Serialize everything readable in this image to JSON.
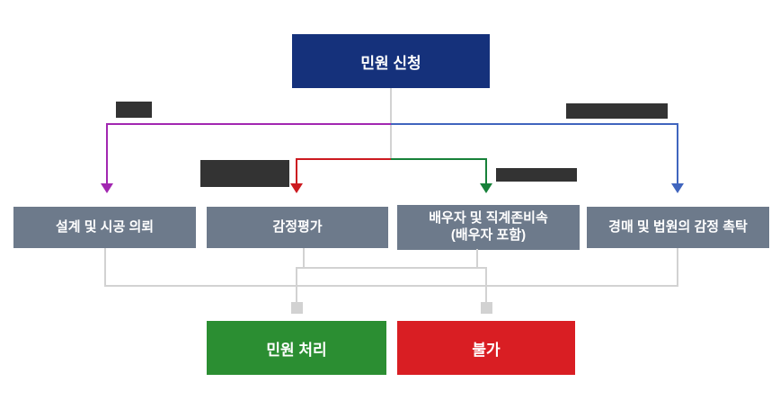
{
  "diagram": {
    "title_box": {
      "label": "민원 신청"
    },
    "branch_boxes": [
      {
        "label": "설계 및 시공 의뢰"
      },
      {
        "label": "감정평가"
      },
      {
        "label_lines": [
          "배우자 및 직계존비속",
          "(배우자 포함)"
        ]
      },
      {
        "label": "경매 및 법원의 감정 촉탁"
      }
    ],
    "result_boxes": [
      {
        "label": "민원 처리"
      },
      {
        "label": "불가"
      }
    ],
    "redacted_labels": {
      "count": 4
    },
    "colors": {
      "title_box_bg": "#15317B",
      "branch_box_bg": "#6D7A8B",
      "result_ok_bg": "#2B8E32",
      "result_no_bg": "#D91E23",
      "arrow_purple": "#A227B1",
      "arrow_blue": "#4065BE",
      "arrow_red": "#CC1A20",
      "arrow_green": "#178139",
      "connector_gray": "#D2D2D2",
      "redacted_bg": "#333333",
      "text_color": "#FFFFFF"
    }
  }
}
